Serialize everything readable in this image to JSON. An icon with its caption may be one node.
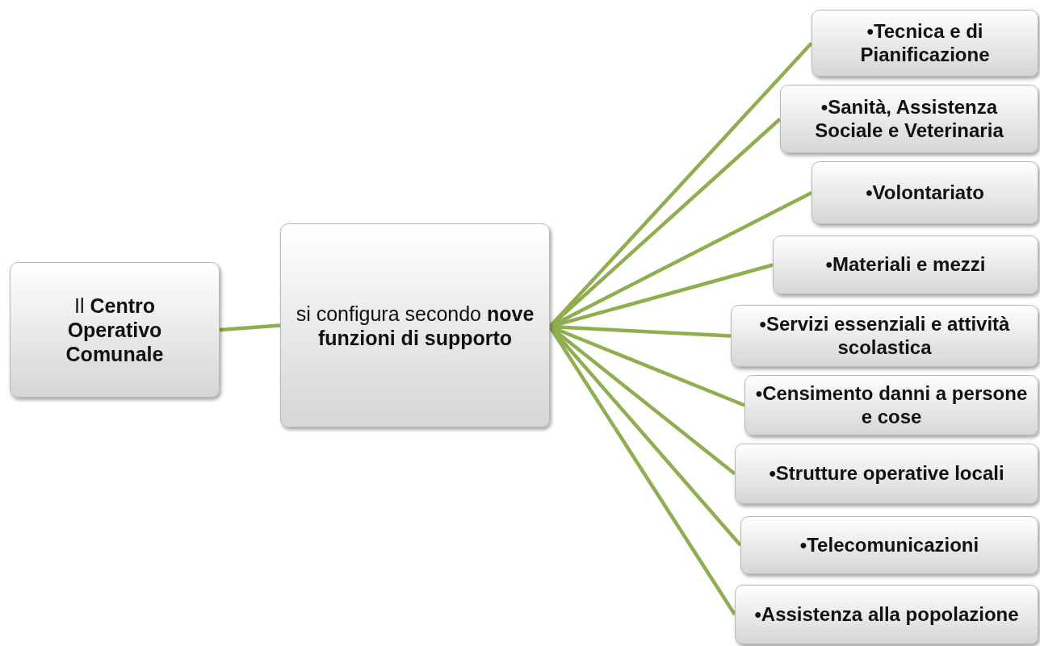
{
  "diagram": {
    "nodes": [
      {
        "text": [
          "Il **Centro Operativo Comunale**"
        ]
      },
      {
        "text": [
          "si configura secondo **nove funzioni di supporto**"
        ]
      },
      {
        "text": [
          "•Tecnica e di Pianificazione"
        ]
      },
      {
        "text": [
          "•Sanità, Assistenza Sociale e Veterinaria"
        ]
      },
      {
        "text": [
          "•Volontariato"
        ]
      },
      {
        "text": [
          "•Materiali e mezzi"
        ]
      },
      {
        "text": [
          "•Servizi essenziali e attività scolastica"
        ]
      },
      {
        "text": [
          "•Censimento danni a persone e cose"
        ]
      },
      {
        "text": [
          "•Strutture operative locali"
        ]
      },
      {
        "text": [
          "•Telecomunicazioni"
        ]
      },
      {
        "text": [
          "•Assistenza alla popolazione"
        ]
      }
    ],
    "edges": [
      {
        "from": 0,
        "to": 1,
        "arrow": "none"
      },
      {
        "from": 1,
        "to": 2,
        "arrow": "none"
      },
      {
        "from": 1,
        "to": 3,
        "arrow": "none"
      },
      {
        "from": 1,
        "to": 4,
        "arrow": "none"
      },
      {
        "from": 1,
        "to": 5,
        "arrow": "none"
      },
      {
        "from": 1,
        "to": 6,
        "arrow": "none"
      },
      {
        "from": 1,
        "to": 7,
        "arrow": "none"
      },
      {
        "from": 1,
        "to": 8,
        "arrow": "none"
      },
      {
        "from": 1,
        "to": 9,
        "arrow": "none"
      },
      {
        "from": 1,
        "to": 10,
        "arrow": "none"
      }
    ]
  }
}
